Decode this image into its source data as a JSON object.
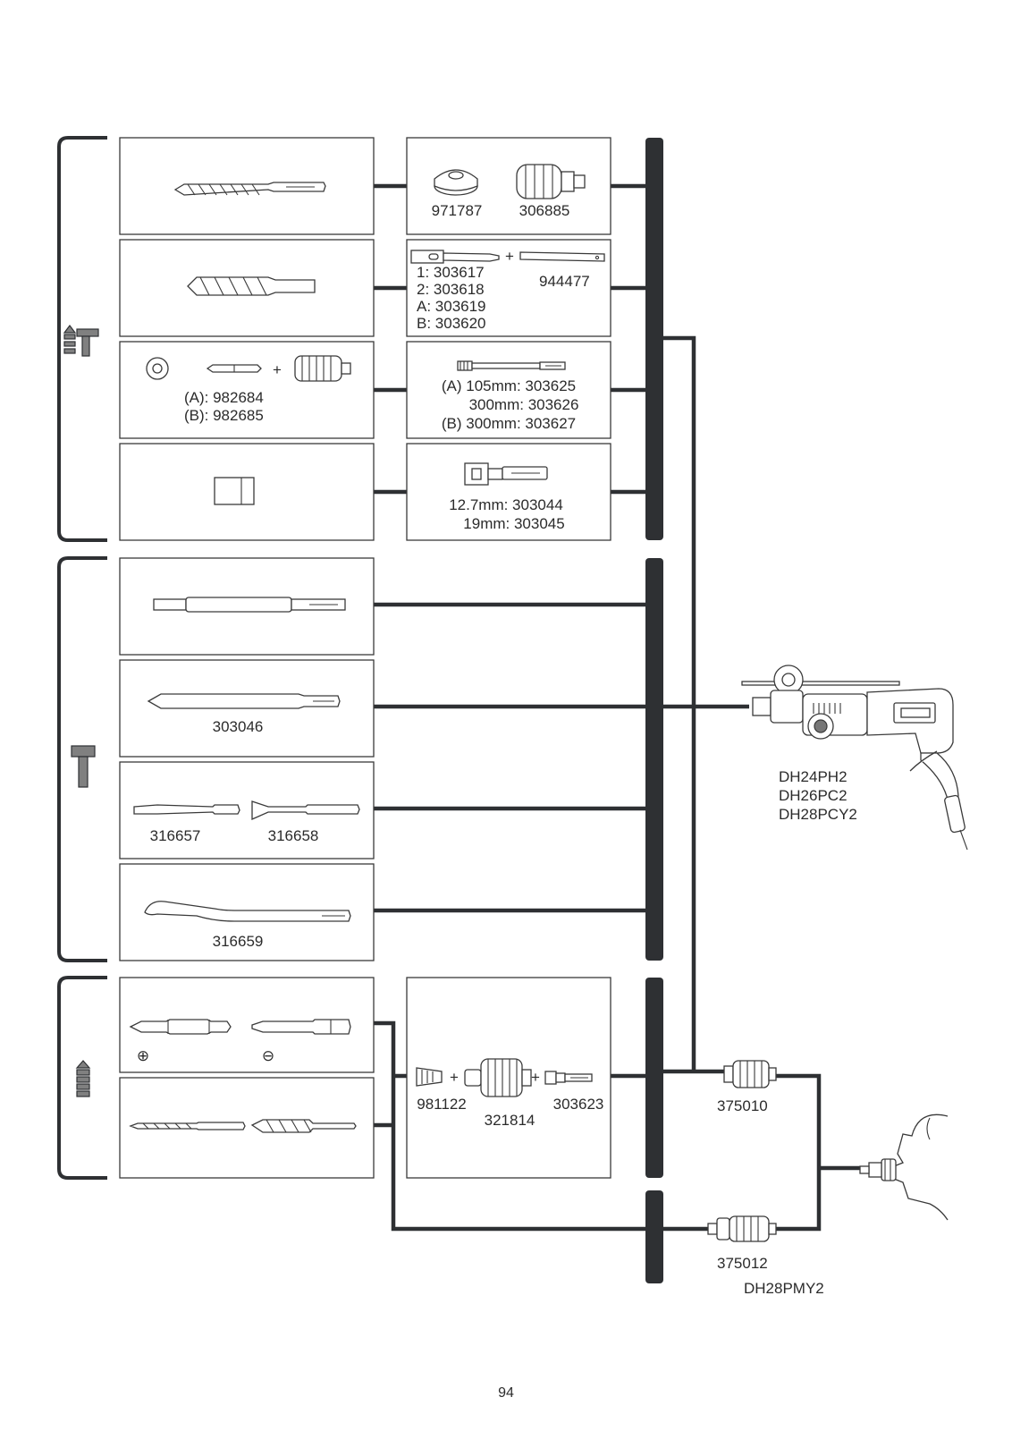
{
  "rotary_hammering": {
    "row1": {
      "codes": [
        "971787",
        "306885"
      ]
    },
    "row2": {
      "lines": [
        "1: 303617",
        "2: 303618",
        "A: 303619",
        "B: 303620"
      ],
      "extra": "944477",
      "plus": "+"
    },
    "row3": {
      "left_lines": [
        "(A): 982684",
        "(B): 982685"
      ],
      "left_plus": "+",
      "right_lines": [
        "(A) 105mm: 303625",
        "300mm: 303626",
        "(B) 300mm: 303627"
      ]
    },
    "row4": {
      "lines": [
        "12.7mm: 303044",
        "19mm: 303045"
      ]
    }
  },
  "hammering": {
    "row2": {
      "code": "303046"
    },
    "row3": {
      "codes": [
        "316657",
        "316658"
      ]
    },
    "row4": {
      "code": "316659"
    }
  },
  "drilling": {
    "row1": {
      "plus_symbol": "⊕",
      "minus_symbol": "⊖"
    },
    "chuck": {
      "codes": [
        "981122",
        "321814",
        "303623"
      ],
      "plus": "+"
    }
  },
  "machines": {
    "main_models": [
      "DH24PH2",
      "DH26PC2",
      "DH28PCY2"
    ],
    "chucks": [
      "375010",
      "375012"
    ],
    "second_model": "DH28PMY2"
  },
  "page_number": "94",
  "icons": [
    "rotary-hammer-mode-icon",
    "hammer-mode-icon",
    "drill-mode-icon"
  ]
}
